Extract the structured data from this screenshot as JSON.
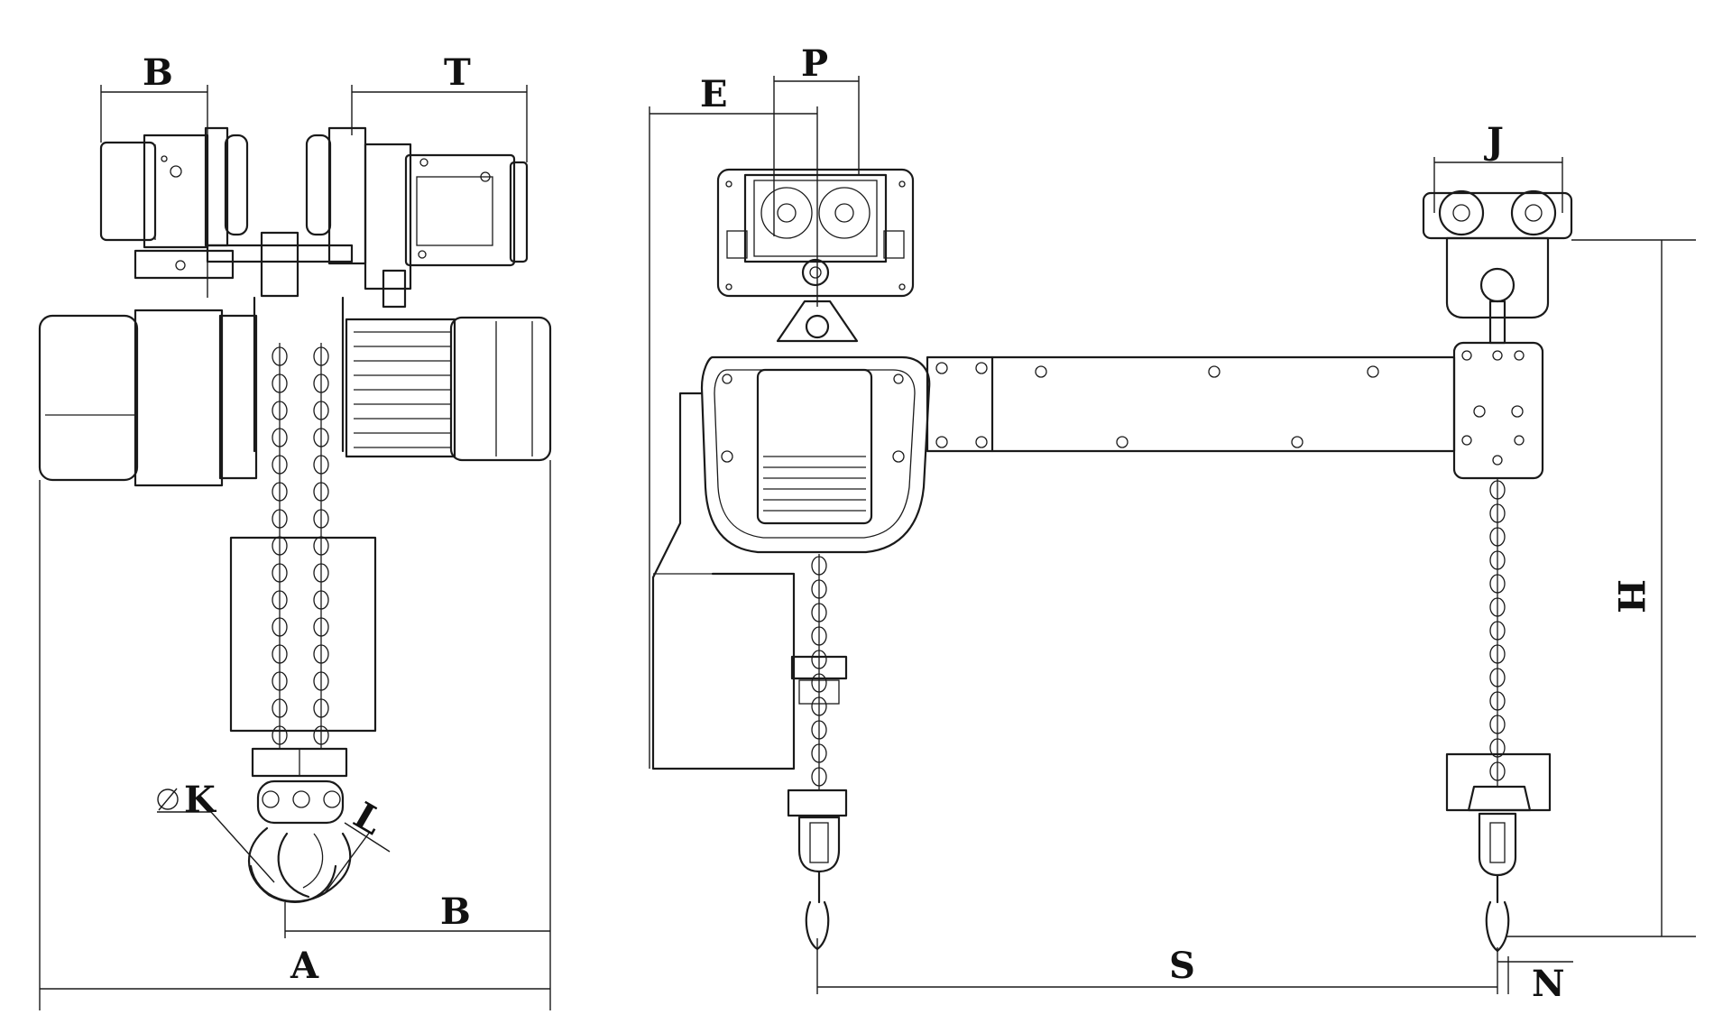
{
  "labels": {
    "top_b": "B",
    "top_t": "T",
    "k": "K",
    "l": "L",
    "bottom_b": "B",
    "a": "A",
    "e": "E",
    "p": "P",
    "j": "J",
    "h": "H",
    "s": "S",
    "n": "N"
  },
  "icons": {
    "diameter": "diameter-symbol-icon"
  },
  "colors": {
    "line": "#1a1a1a",
    "background": "#ffffff"
  }
}
